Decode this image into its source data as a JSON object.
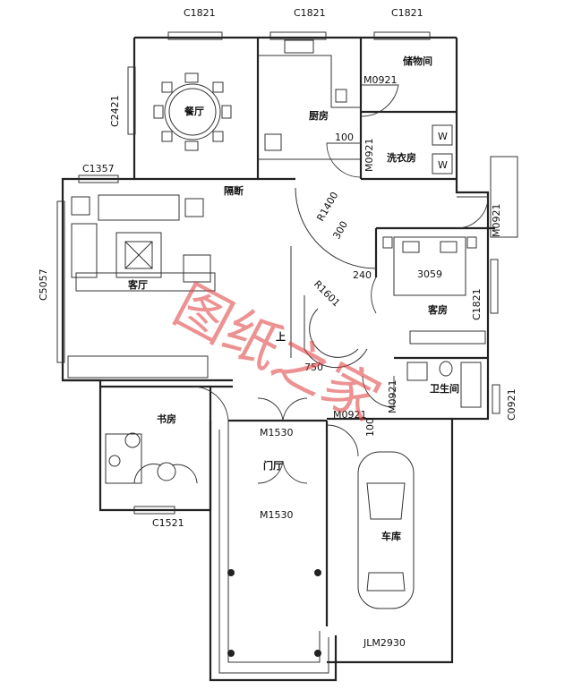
{
  "rooms": {
    "dining": "餐厅",
    "kitchen": "厨房",
    "storage": "储物间",
    "laundry": "洗衣房",
    "partition": "隔断",
    "living": "客厅",
    "guest_bedroom": "客房",
    "bathroom": "卫生间",
    "study": "书房",
    "foyer": "门厅",
    "garage": "车库",
    "stair_up": "上"
  },
  "labels": {
    "c1821_a": "C1821",
    "c1821_b": "C1821",
    "c1821_c": "C1821",
    "c1821_right": "C1821",
    "c2421": "C2421",
    "c1357": "C1357",
    "c5057": "C5057",
    "c1521": "C1521",
    "c0921": "C0921",
    "m0921_storage": "M0921",
    "m0921_laundry": "M0921",
    "m0921_right": "M0921",
    "m0921_garage": "M0921",
    "m0921_bath": "M0921",
    "m1530_top": "M1530",
    "m1530_bottom": "M1530",
    "jlm2930": "JLM2930",
    "dim_100_a": "100",
    "dim_100_b": "100",
    "dim_r1400": "R1400",
    "dim_300": "300",
    "dim_240": "240",
    "dim_r1601": "R1601",
    "dim_3059": "3059",
    "dim_750": "750",
    "washer_w1": "W",
    "washer_w2": "W"
  },
  "watermark": "图纸之家"
}
